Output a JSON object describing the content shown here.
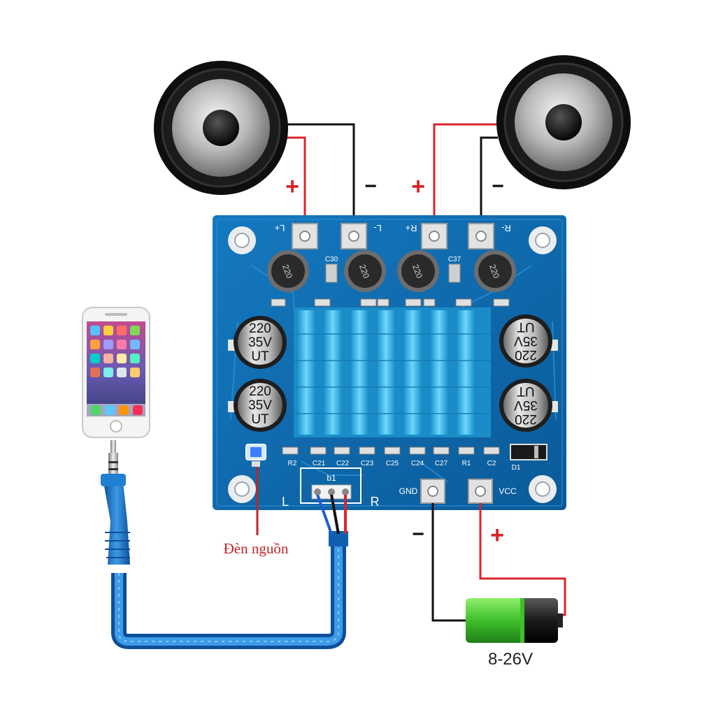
{
  "speakers": {
    "left": {
      "plus": "+",
      "minus": "−"
    },
    "right": {
      "plus": "+",
      "minus": "−"
    }
  },
  "board": {
    "terminals": {
      "l_plus": "L+",
      "l_minus": "L-",
      "r_plus": "R+",
      "r_minus": "R-",
      "gnd": "GND",
      "vcc": "VCC"
    },
    "inductor_label": "220",
    "capacitor": {
      "line1": "220",
      "line2": "35V",
      "line3": "UT"
    },
    "silkscreen": {
      "c30": "C30",
      "c37": "C37",
      "bottom_row": [
        "R2",
        "C21",
        "C22",
        "C23",
        "C25",
        "C24",
        "C27",
        "R1",
        "C2"
      ],
      "d1": "D1",
      "input_header": "b1",
      "left_channel": "L",
      "right_channel": "R"
    }
  },
  "power": {
    "minus": "−",
    "plus": "+",
    "voltage": "8-26V"
  },
  "led_caption": "Đèn nguồn",
  "colors": {
    "wire_red": "#d8242a",
    "wire_black": "#111111",
    "pcb_blue": "#0f6fb3",
    "heatsink": "#38b7e8",
    "cable_blue": "#1f7fd0",
    "battery_green": "#4cc73a"
  }
}
